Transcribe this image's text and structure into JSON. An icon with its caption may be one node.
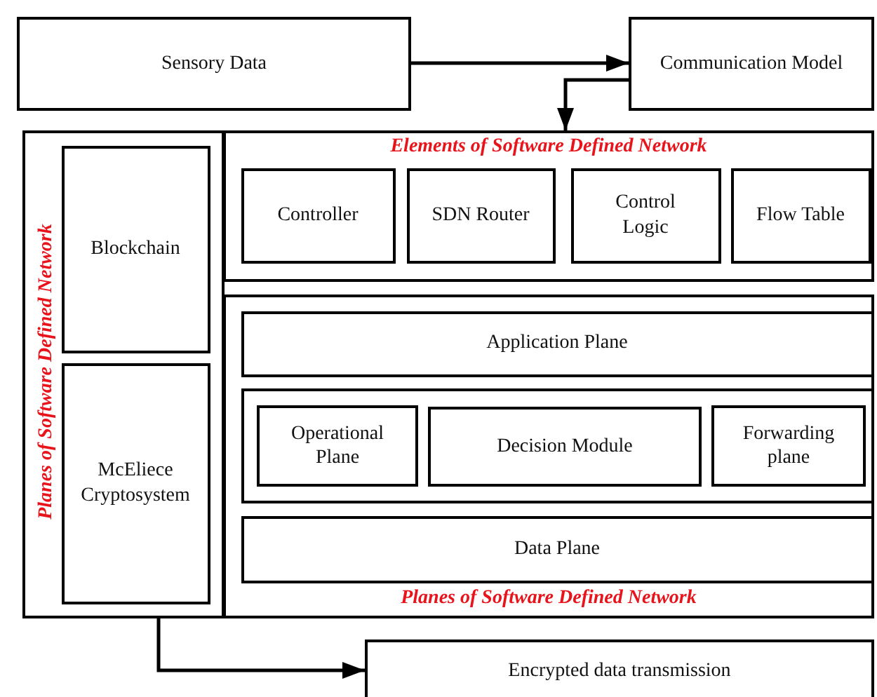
{
  "diagram": {
    "nodes": [
      {
        "text": [
          "Sensory Data"
        ]
      },
      {
        "text": [
          "Communication  Model"
        ]
      },
      {
        "text": [
          "Planes of Software Defined Network"
        ]
      },
      {
        "text": [
          "Blockchain"
        ],
        "in": 2
      },
      {
        "text": [
          "McEliece Cryptosystem"
        ],
        "in": 2
      },
      {
        "text": [
          "Elements of Software Defined Network"
        ]
      },
      {
        "text": [
          "Controller"
        ],
        "in": 5
      },
      {
        "text": [
          "SDN Router"
        ],
        "in": 5
      },
      {
        "text": [
          "Control Logic"
        ],
        "in": 5
      },
      {
        "text": [
          "Flow Table"
        ],
        "in": 5
      },
      {
        "text": [
          "Planes of Software Defined Network"
        ]
      },
      {
        "text": [
          "Application Plane"
        ],
        "in": 10
      },
      {
        "text": [],
        "shape": "box",
        "in": 10
      },
      {
        "text": [
          "Operational Plane"
        ],
        "in": 12
      },
      {
        "text": [
          "Decision Module"
        ],
        "in": 12
      },
      {
        "text": [
          "Forwarding plane"
        ],
        "in": 12
      },
      {
        "text": [
          "Data Plane"
        ],
        "in": 10
      },
      {
        "text": [
          "Encrypted data transmission"
        ]
      }
    ],
    "edges": [
      {
        "from": 0,
        "to": 1,
        "arrow": "to"
      },
      {
        "from": 1,
        "to": 5,
        "arrow": "to"
      },
      {
        "from": 2,
        "to": 17,
        "arrow": "to"
      }
    ]
  }
}
